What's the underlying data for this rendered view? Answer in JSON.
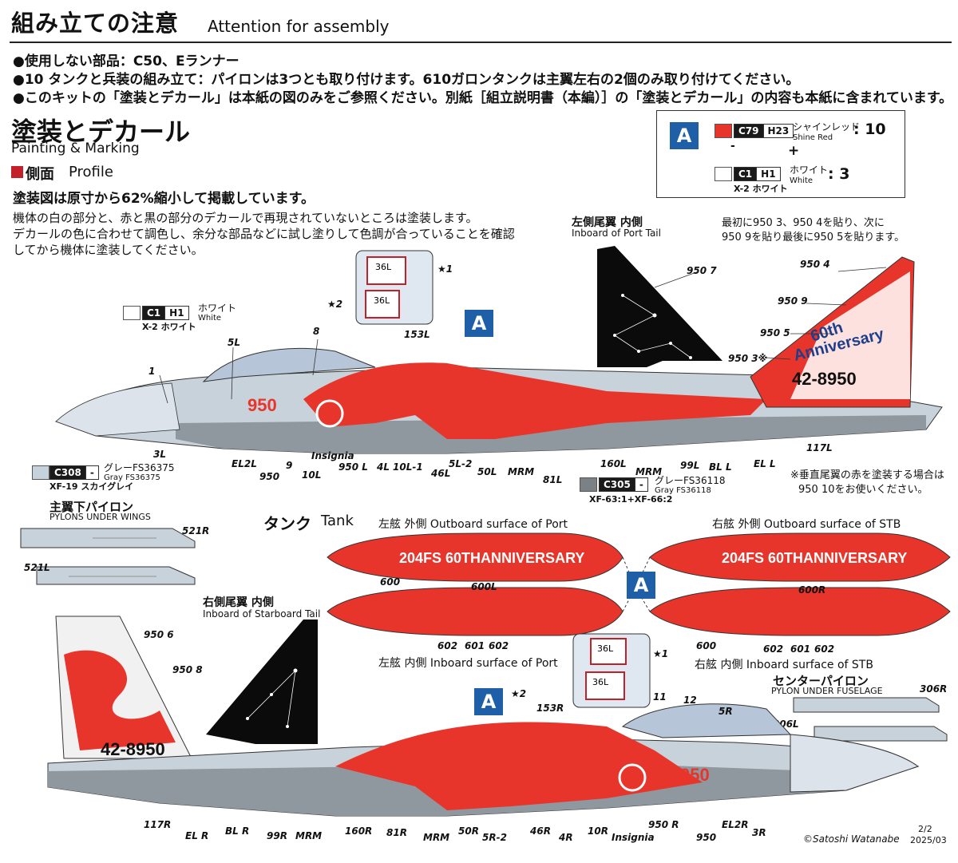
{
  "header": {
    "title_jp": "組み立ての注意",
    "title_en": "Attention for assembly"
  },
  "bullets": [
    "●使用しない部品：C50、Eランナー",
    "●10 タンクと兵装の組み立て：パイロンは3つとも取り付けます。610ガロンタンクは主翼左右の2個のみ取り付けてください。",
    "●このキットの「塗装とデカール」は本紙の図のみをご参照ください。別紙［組立説明書（本編）］の「塗装とデカール」の内容も本紙に含まれています。"
  ],
  "painting": {
    "title_jp": "塗装とデカール",
    "title_en": "Painting & Marking",
    "profile_jp": "側面",
    "profile_en": "Profile",
    "scale_note": "塗装図は原寸から62%縮小して掲載しています。",
    "notes": [
      "機体の白の部分と、赤と黒の部分のデカールで再現されていないところは塗装します。",
      "デカールの色に合わせて調色し、余分な部品などに試し塗りして色調が合っていることを確認",
      "してから機体に塗装してください。"
    ]
  },
  "mix_box": {
    "marker": "A",
    "row1": {
      "code_c": "C79",
      "code_h": "H23",
      "name_jp": "シャインレッド",
      "name_en": "Shine Red",
      "ratio": ": 10",
      "color": "#e8352b"
    },
    "dash": "-",
    "plus": "+",
    "row2": {
      "code_c": "C1",
      "code_h": "H1",
      "name_jp": "ホワイト",
      "name_en": "White",
      "ratio": ": 3",
      "color": "#ffffff",
      "sub": "X-2 ホワイト"
    }
  },
  "paint_white": {
    "code_c": "C1",
    "code_h": "H1",
    "name_jp": "ホワイト",
    "name_en": "White",
    "sub": "X-2 ホワイト",
    "color": "#ffffff"
  },
  "paint_gray1": {
    "code_c": "C308",
    "code_h": "-",
    "name_jp": "グレーFS36375",
    "name_en": "Gray FS36375",
    "sub": "XF-19 スカイグレイ",
    "color": "#c5d1db"
  },
  "paint_gray2": {
    "code_c": "C305",
    "code_h": "-",
    "name_jp": "グレーFS36118",
    "name_en": "Gray FS36118",
    "sub": "XF-63:1+XF-66:2",
    "color": "#7b8185"
  },
  "tail_port": {
    "title_jp": "左側尾翼 内側",
    "title_en": "Inboard of Port Tail",
    "label": "950 7"
  },
  "tail_stb": {
    "title_jp": "右側尾翼 内側",
    "title_en": "Inboard of Starboard Tail",
    "label": "950 8"
  },
  "tail_note": [
    "最初に950 3、950 4を貼り、次に",
    "950 9を貼り最後に950 5を貼ります。"
  ],
  "vertical_note": [
    "※垂直尾翼の赤を塗装する場合は",
    "950 10をお使いください。"
  ],
  "aircraft_top": {
    "serial": "42-8950",
    "nose_number": "950",
    "tail_text": [
      "60th",
      "Anniversary"
    ],
    "labels": [
      "5L",
      "8",
      "1",
      "3L",
      "EL2L",
      "950",
      "9",
      "10L",
      "Insignia",
      "950 L",
      "4L",
      "10L-1",
      "46L",
      "5L-2",
      "50L",
      "MRM",
      "81L",
      "160L",
      "MRM",
      "99L",
      "BL L",
      "EL L",
      "117L",
      "153L",
      "★1",
      "★2",
      "950 4",
      "950 9",
      "950 5",
      "950 3※"
    ]
  },
  "aircraft_bottom": {
    "serial": "42-8950",
    "nose_number": "950",
    "labels": [
      "950 6",
      "117R",
      "EL R",
      "BL R",
      "99R",
      "MRM",
      "160R",
      "81R",
      "MRM",
      "50R",
      "5R-2",
      "46R",
      "4R",
      "10R",
      "Insignia",
      "950 R",
      "950",
      "EL2R",
      "3R",
      "11",
      "12",
      "5R",
      "153R",
      "★2",
      "★1"
    ]
  },
  "pylons_wing": {
    "title_jp": "主翼下パイロン",
    "title_en": "PYLONS UNDER WINGS",
    "labels": [
      "521R",
      "521L"
    ]
  },
  "pylon_center": {
    "title_jp": "センターパイロン",
    "title_en": "PYLON UNDER FUSELAGE",
    "labels": [
      "306R",
      "306L"
    ]
  },
  "tank": {
    "title_jp": "タンク",
    "title_en": "Tank",
    "port_out": "左舷 外側 Outboard surface of Port",
    "stb_out": "右舷 外側 Outboard surface of STB",
    "port_in": "左舷 内側 Inboard surface of Port",
    "stb_in": "右舷 内側 Inboard surface of STB",
    "text": "204FS 60THANNIVERSARY",
    "labels": [
      "600",
      "600L",
      "600R",
      "600",
      "602",
      "601",
      "602",
      "602",
      "601",
      "602"
    ],
    "marker": "A"
  },
  "detail": {
    "a": "36L",
    "b": "36L"
  },
  "footer": {
    "page": "2/2",
    "date": "2025/03",
    "copyright": "©Satoshi Watanabe"
  },
  "colors": {
    "red": "#e8352b",
    "gray": "#8f989e",
    "light_gray": "#c8d2da",
    "navy": "#1f5fa8",
    "black": "#0b0b0b"
  }
}
